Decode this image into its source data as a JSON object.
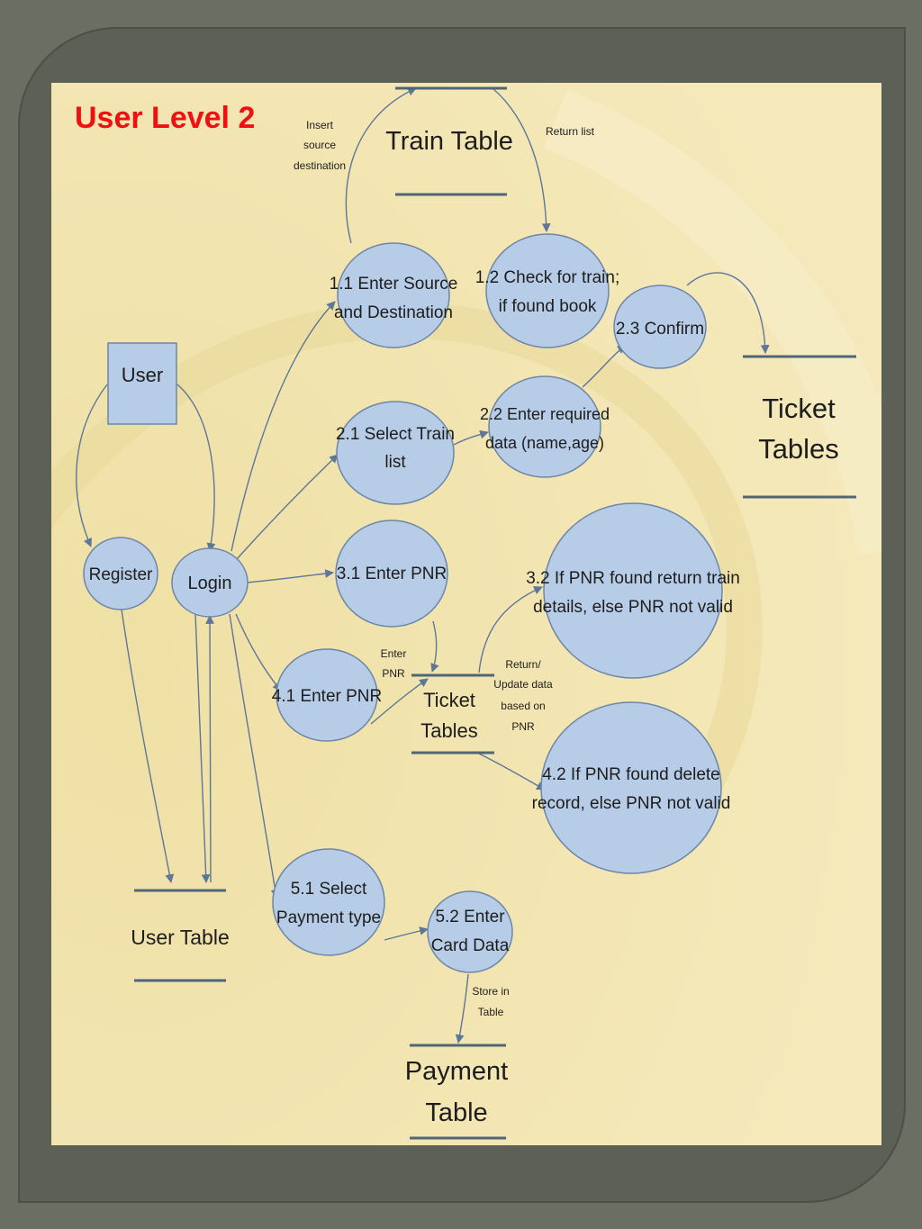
{
  "title": "User Level 2",
  "entity": {
    "user": "User"
  },
  "processes": {
    "p11": [
      "1.1 Enter Source",
      "and Destination"
    ],
    "p12": [
      "1.2 Check for train;",
      "if found book"
    ],
    "p23": [
      "2.3 Confirm"
    ],
    "p21": [
      "2.1 Select Train",
      "list"
    ],
    "p22": [
      "2.2 Enter required",
      "data (name,age)"
    ],
    "register": [
      "Register"
    ],
    "login": [
      "Login"
    ],
    "p31": [
      "3.1 Enter PNR"
    ],
    "p32": [
      "3.2 If PNR found return train",
      "details, else PNR not valid"
    ],
    "p41": [
      "4.1 Enter PNR"
    ],
    "p42": [
      "4.2 If PNR found delete",
      "record, else PNR not valid"
    ],
    "p51": [
      "5.1 Select",
      "Payment type"
    ],
    "p52": [
      "5.2 Enter",
      "Card Data"
    ]
  },
  "stores": {
    "train": [
      "Train Table"
    ],
    "ticket_right": [
      "Ticket",
      "Tables"
    ],
    "ticket_center": [
      "Ticket",
      "Tables"
    ],
    "user": [
      "User Table"
    ],
    "payment": [
      "Payment",
      "Table"
    ]
  },
  "flow_labels": {
    "insert": [
      "Insert",
      "source",
      "destination"
    ],
    "return_list": [
      "Return list"
    ],
    "enter_pnr": [
      "Enter",
      "PNR"
    ],
    "return_update": [
      "Return/",
      "Update data",
      "based on",
      "PNR"
    ],
    "store_in": [
      "Store in",
      "Table"
    ]
  },
  "colors": {
    "background": "#f2e4ad",
    "process_fill": "#b7cce6",
    "title": "#ee1111",
    "frame": "#5d6056"
  }
}
